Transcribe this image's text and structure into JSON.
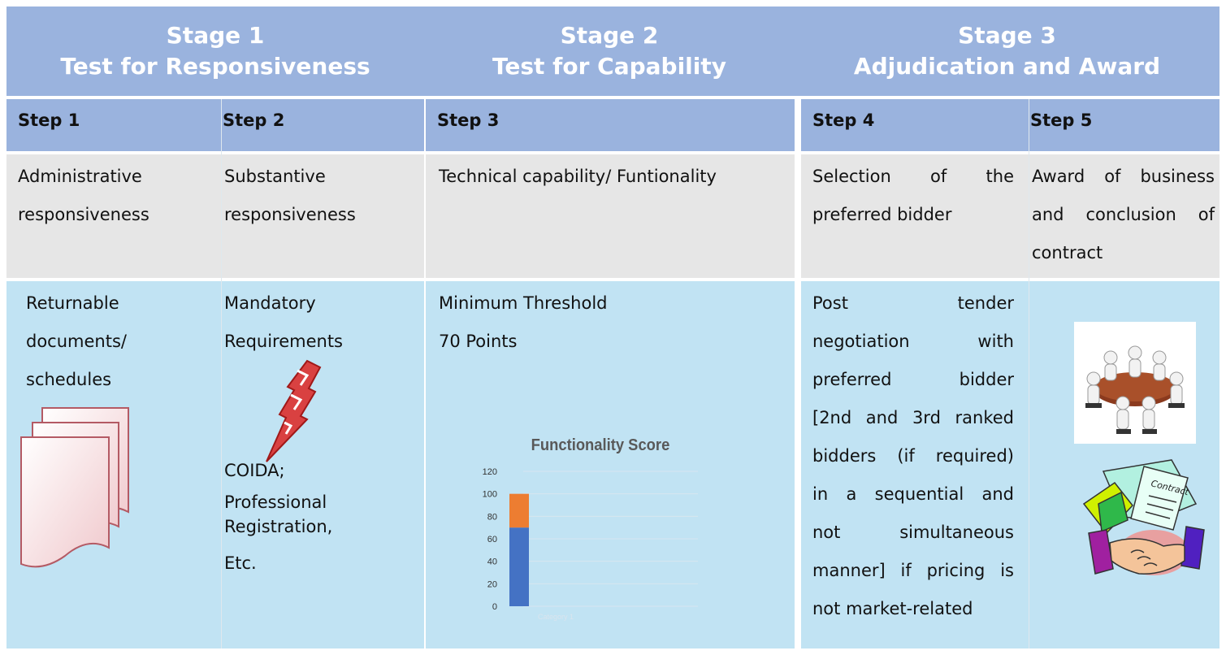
{
  "stages": [
    {
      "title": "Stage 1",
      "subtitle": "Test for Responsiveness"
    },
    {
      "title": "Stage 2",
      "subtitle": "Test for Capability"
    },
    {
      "title": "Stage 3",
      "subtitle": "Adjudication and Award"
    }
  ],
  "steps": [
    "Step 1",
    "Step 2",
    "Step 3",
    "Step 4",
    "Step 5"
  ],
  "descriptions": {
    "step1": [
      "Administrative",
      "responsiveness"
    ],
    "step2": [
      "Substantive",
      "responsiveness"
    ],
    "step3": [
      "Technical capability/ Funtionality"
    ],
    "step4": [
      "Selection of the",
      "preferred bidder"
    ],
    "step5": [
      "Award of business",
      "and conclusion of",
      "contract"
    ]
  },
  "requirements": {
    "step1": [
      "Returnable",
      "documents/",
      "schedules"
    ],
    "step2_top": [
      "Mandatory",
      "Requirements"
    ],
    "step2_bottom": [
      "COIDA;",
      "Professional",
      "Registration,",
      "Etc."
    ],
    "step3": [
      "Minimum Threshold",
      "70 Points"
    ],
    "step4": [
      "Post tender",
      "negotiation with",
      "preferred bidder",
      "[2nd and 3rd ranked",
      "bidders (if required)",
      "in a sequential and",
      "not simultaneous",
      "manner] if pricing is",
      "not market-related"
    ]
  },
  "icons": [
    "documents-stack-icon",
    "lightning-bolt-icon",
    "meeting-table-icon",
    "contract-handshake-icon"
  ],
  "colors": {
    "header": "#9ab3de",
    "description_row": "#e6e6e6",
    "requirement_row": "#c1e3f3",
    "bar_blue": "#4472c4",
    "bar_orange": "#ed7d31"
  },
  "chart_data": {
    "type": "bar",
    "title": "Functionality Score",
    "categories": [
      "Category 1"
    ],
    "series": [
      {
        "values": [
          70
        ]
      },
      {
        "values": [
          30
        ]
      }
    ],
    "stacked": true,
    "ylim": [
      0,
      120
    ],
    "yticks": [
      0,
      20,
      40,
      60,
      80,
      100,
      120
    ],
    "grid": true
  }
}
